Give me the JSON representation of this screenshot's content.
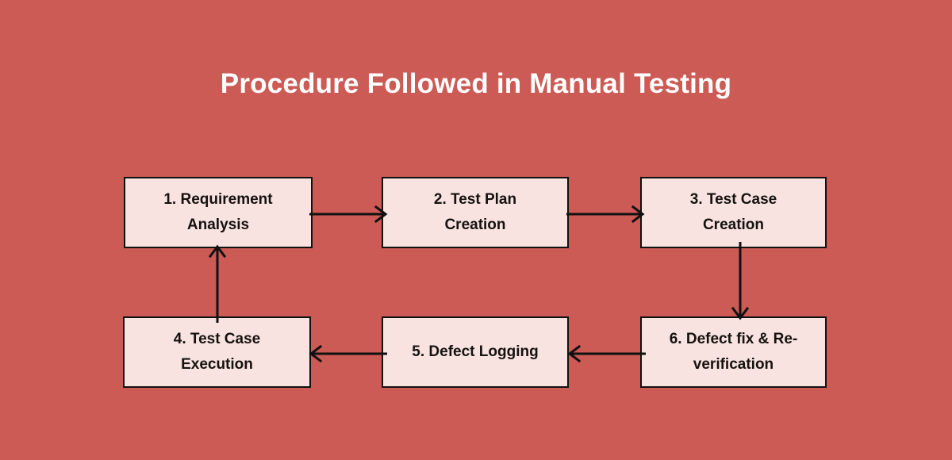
{
  "diagram": {
    "title": "Procedure Followed in Manual Testing",
    "type": "flowchart",
    "background_color": "#cc5a55",
    "node_fill_color": "#f8e3e0",
    "node_border_color": "#111111",
    "title_color": "#ffffff",
    "text_color": "#15120f",
    "nodes": [
      {
        "id": "1",
        "label": "1. Requirement\nAnalysis",
        "number": "1",
        "name": "Requirement Analysis",
        "row": "top",
        "column": 1
      },
      {
        "id": "2",
        "label": "2. Test Plan\nCreation",
        "number": "2",
        "name": "Test Plan Creation",
        "row": "top",
        "column": 2
      },
      {
        "id": "3",
        "label": "3. Test Case\nCreation",
        "number": "3",
        "name": "Test Case Creation",
        "row": "top",
        "column": 3
      },
      {
        "id": "4",
        "label": "4. Test Case\nExecution",
        "number": "4",
        "name": "Test Case Execution",
        "row": "bottom",
        "column": 1
      },
      {
        "id": "5",
        "label": "5. Defect Logging",
        "number": "5",
        "name": "Defect Logging",
        "row": "bottom",
        "column": 2
      },
      {
        "id": "6",
        "label": "6. Defect fix & Re-\nverification",
        "number": "6",
        "name": "Defect fix & Re-verification",
        "row": "bottom",
        "column": 3
      }
    ],
    "connectors": [
      {
        "id": "1-2",
        "from": "1",
        "to": "2",
        "direction": "right"
      },
      {
        "id": "2-3",
        "from": "2",
        "to": "3",
        "direction": "right"
      },
      {
        "id": "3-6",
        "from": "3",
        "to": "6",
        "direction": "down"
      },
      {
        "id": "6-5",
        "from": "6",
        "to": "5",
        "direction": "left"
      },
      {
        "id": "5-4",
        "from": "5",
        "to": "4",
        "direction": "left"
      },
      {
        "id": "4-1",
        "from": "4",
        "to": "1",
        "direction": "up"
      }
    ]
  }
}
